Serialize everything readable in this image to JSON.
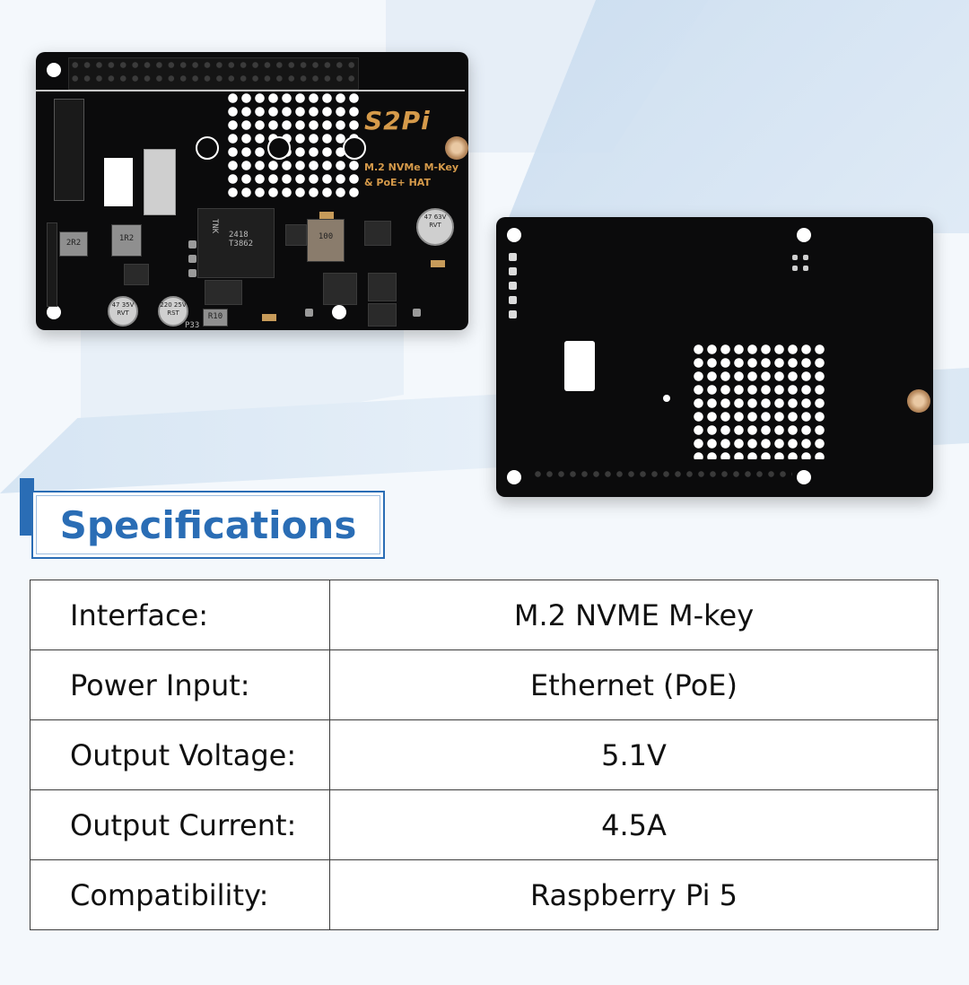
{
  "images": {
    "front_board": {
      "brand": "S2Pi",
      "subtitle_line1": "M.2 NVMe M-Key",
      "subtitle_line2": "& PoE+ HAT",
      "inductor_label": "TNK",
      "inductor_code": "2418 T3862",
      "choke_label": "100",
      "ind_small": "1R2",
      "ind_small2": "2R2",
      "cap1": "47 63V RVT",
      "cap2": "47 35V RVT",
      "cap3": "220 25V RST",
      "res": "R10",
      "silk_p33": "P33"
    },
    "back_board": {}
  },
  "specs": {
    "heading": "Specifications",
    "rows": [
      {
        "label": "Interface:",
        "value": "M.2 NVME M-key"
      },
      {
        "label": "Power Input:",
        "value": "Ethernet (PoE)"
      },
      {
        "label": "Output Voltage:",
        "value": "5.1V"
      },
      {
        "label": "Output Current:",
        "value": "4.5A"
      },
      {
        "label": "Compatibility:",
        "value": "Raspberry Pi 5"
      }
    ]
  },
  "colors": {
    "accent": "#2a6db5",
    "brand_gold": "#d59a4a",
    "board": "#0b0b0c"
  }
}
